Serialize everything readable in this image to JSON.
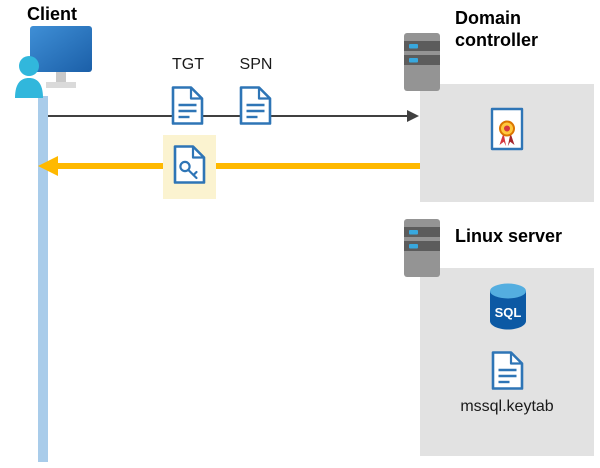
{
  "client": {
    "label": "Client"
  },
  "tickets": {
    "tgt": "TGT",
    "spn": "SPN"
  },
  "domain_controller": {
    "label": "Domain controller"
  },
  "linux_server": {
    "label": "Linux server",
    "sql_label": "SQL",
    "keytab_label": "mssql.keytab"
  },
  "icons": {
    "client": "monitor-and-person-icon",
    "server": "server-tower-icon",
    "ticket": "document-icon",
    "keytab_ticket": "key-document-icon",
    "certificate": "certificate-seal-icon",
    "database": "sql-database-icon"
  },
  "colors": {
    "lifeline-blue": "#A9CCEA",
    "arrow-gray": "#404040",
    "arrow-yellow": "#FFB900",
    "highlight-yellow": "#FBF3D0",
    "box-gray": "#E2E2E2",
    "icon-blue": "#2E75B6",
    "sql-body-blue": "#0C59A4",
    "sql-top-blue": "#54AEE0",
    "person-cyan": "#31B7DC"
  }
}
